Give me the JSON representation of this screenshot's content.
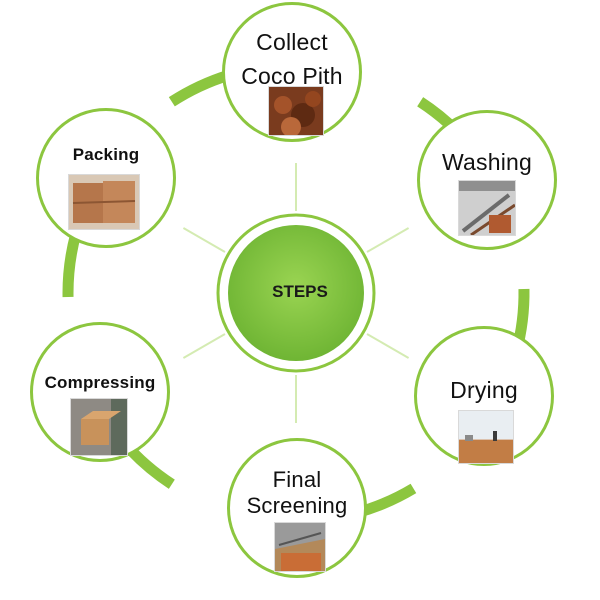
{
  "diagram": {
    "center_label": "STEPS",
    "colors": {
      "ring": "#8cc63f",
      "hub": "#7dc242",
      "arrow": "#8cc63f",
      "ray": "#d4ebb2"
    },
    "steps": [
      {
        "label_lines": [
          "Collect",
          "Coco Pith"
        ],
        "photo": "coco-pith-photo"
      },
      {
        "label_lines": [
          "Washing"
        ],
        "photo": "washing-photo"
      },
      {
        "label_lines": [
          "Drying"
        ],
        "photo": "drying-photo"
      },
      {
        "label_lines": [
          "Final",
          "Screening"
        ],
        "photo": "screening-photo"
      },
      {
        "label_lines": [
          "Compressing"
        ],
        "photo": "compressing-photo"
      },
      {
        "label_lines": [
          "Packing"
        ],
        "photo": "packing-photo"
      }
    ]
  }
}
